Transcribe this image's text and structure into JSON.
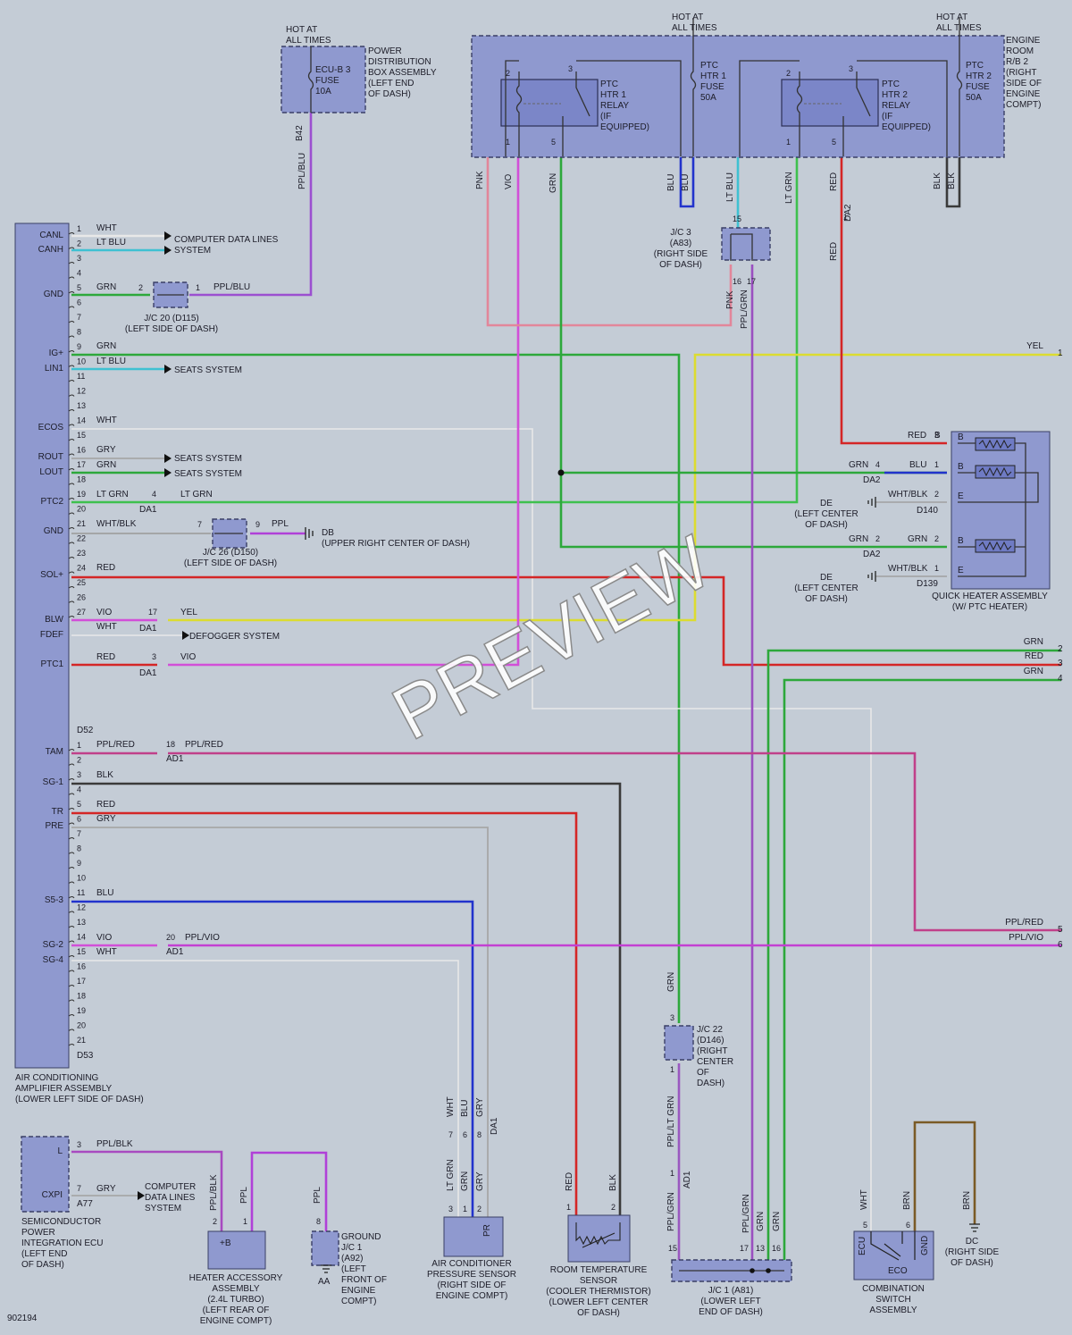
{
  "diagram_id": "902194",
  "watermark": "PREVIEW",
  "colors": {
    "PNK": "#e2869a",
    "VIO": "#d24fd8",
    "GRN": "#2da83b",
    "BLU": "#2233cc",
    "LTBLU": "#3fc1d2",
    "LTGRN": "#3ec04e",
    "RED": "#d42626",
    "BLK": "#3a3a3a",
    "YEL": "#dcdc30",
    "WHT": "#e8e8e8",
    "GRY": "#a7a7a7",
    "PPLBLU": "#9b4fd0",
    "PPL": "#b040d8",
    "PPLRED": "#c0408a",
    "PPLVIO": "#c340d2",
    "BRN": "#7a5a26",
    "PPLBLK": "#a84ac0",
    "PPLGRN": "#9a4fc0",
    "PPLLTGRN": "#9a58c0",
    "WHTBLK": "#a0a0a0"
  },
  "top": {
    "hot1": "HOT AT\nALL TIMES",
    "hot2": "HOT AT\nALL TIMES",
    "hot3": "HOT AT\nALL TIMES",
    "ecub3": "ECU-B 3\nFUSE\n10A",
    "pdb": "POWER\nDISTRIBUTION\nBOX ASSEMBLY\n(LEFT END\nOF DASH)",
    "b42": "B42",
    "pplblu": "PPL/BLU",
    "ptc_htr1_relay": "PTC\nHTR 1\nRELAY\n(IF\nEQUIPPED)",
    "ptc_htr1_fuse": "PTC\nHTR 1\nFUSE\n50A",
    "ptc_htr2_relay": "PTC\nHTR 2\nRELAY\n(IF\nEQUIPPED)",
    "ptc_htr2_fuse": "PTC\nHTR 2\nFUSE\n50A",
    "engine_room": "ENGINE\nROOM\nR/B 2\n(RIGHT\nSIDE OF\nENGINE\nCOMPT)",
    "jc3": "J/C 3\n(A83)\n(RIGHT SIDE\nOF DASH)"
  },
  "amp": {
    "title": "AIR CONDITIONING\nAMPLIFIER ASSEMBLY\n(LOWER LEFT SIDE OF DASH)",
    "labels": [
      "CANL",
      "CANH",
      "GND",
      "IG+",
      "LIN1",
      "ECOS",
      "ROUT",
      "LOUT",
      "PTC2",
      "GND",
      "SOL+",
      "BLW",
      "FDEF",
      "PTC1",
      "TAM",
      "SG-1",
      "TR",
      "PRE",
      "S5-3",
      "SG-2",
      "SG-4"
    ],
    "d52": "D52",
    "d53": "D53"
  },
  "wires_text": {
    "wht": "WHT",
    "ltblu": "LT BLU",
    "grn": "GRN",
    "pplblu": "PPL/BLU",
    "gry": "GRY",
    "ltgrn": "LT GRN",
    "whtblk": "WHT/BLK",
    "ppl": "PPL",
    "red": "RED",
    "vio": "VIO",
    "yel": "YEL",
    "pplred": "PPL/RED",
    "blk": "BLK",
    "pplvio": "PPL/VIO",
    "pnk": "PNK",
    "blu": "BLU",
    "brn": "BRN",
    "pplblk": "PPL/BLK",
    "pplgrn": "PPL/GRN",
    "pplltgrn": "PPL/LT GRN"
  },
  "notes": {
    "computer_data": "COMPUTER DATA LINES\nSYSTEM",
    "seats1": "SEATS SYSTEM",
    "seats2": "SEATS SYSTEM",
    "seats3": "SEATS SYSTEM",
    "defogger": "DEFOGGER SYSTEM",
    "jc20": "J/C 20 (D115)\n(LEFT SIDE OF DASH)",
    "jc26": "J/C 26 (D150)\n(LEFT SIDE OF DASH)",
    "db": "DB\n(UPPER RIGHT CENTER OF DASH)",
    "de1": "DE\n(LEFT CENTER\nOF DASH)",
    "de2": "DE\n(LEFT CENTER\nOF DASH)",
    "d140": "D140",
    "d139": "D139",
    "da1": "DA1",
    "da2": "DA2",
    "ad1": "AD1",
    "quick_heater": "QUICK HEATER ASSEMBLY\n(W/ PTC HEATER)",
    "jc22": "J/C 22\n(D146)\n(RIGHT\nCENTER\nOF\nDASH)",
    "semi": "SEMICONDUCTOR\nPOWER\nINTEGRATION ECU\n(LEFT END\nOF DASH)",
    "a77": "A77",
    "computer_data2": "COMPUTER\nDATA LINES\nSYSTEM",
    "heater_acc": "HEATER ACCESSORY\nASSEMBLY\n(2.4L TURBO)\n(LEFT REAR OF\nENGINE COMPT)",
    "ground_jc1": "GROUND\nJ/C 1\n(A92)\n(LEFT\nFRONT OF\nENGINE\nCOMPT)",
    "aa": "AA",
    "ac_sensor": "AIR CONDITIONER\nPRESSURE SENSOR\n(RIGHT SIDE OF\nENGINE COMPT)",
    "room_temp": "ROOM TEMPERATURE\nSENSOR\n(COOLER THERMISTOR)\n(LOWER LEFT CENTER\nOF DASH)",
    "jc1": "J/C 1 (A81)\n(LOWER LEFT\nEND OF DASH)",
    "combo": "COMBINATION\nSWITCH\nASSEMBLY",
    "dc": "DC\n(RIGHT SIDE\nOF DASH)",
    "ecu": "ECU",
    "gnd": "GND",
    "eco": "ECO",
    "pr": "PR",
    "plusb": "+B",
    "l": "L",
    "cxpi": "CXPI",
    "b": "B",
    "e": "E"
  },
  "right_refs": [
    {
      "color": "YEL",
      "n": "1"
    },
    {
      "color": "GRN",
      "n": "2"
    },
    {
      "color": "RED",
      "n": "3"
    },
    {
      "color": "GRN",
      "n": "4"
    },
    {
      "color": "PPL/RED",
      "n": "5"
    },
    {
      "color": "PPL/VIO",
      "n": "6"
    }
  ]
}
